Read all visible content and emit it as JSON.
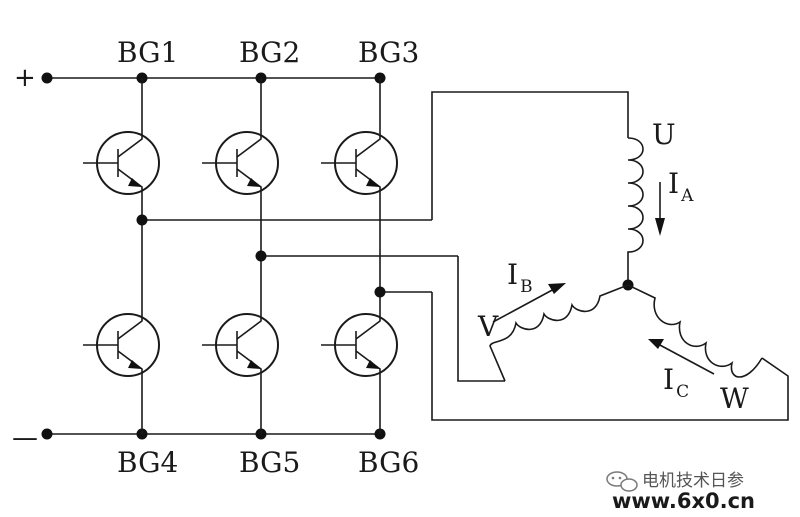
{
  "terminals": {
    "positive": "+",
    "negative": "—"
  },
  "transistors": {
    "top": [
      "BG1",
      "BG2",
      "BG3"
    ],
    "bottom": [
      "BG4",
      "BG5",
      "BG6"
    ]
  },
  "windings": {
    "u": "U",
    "v": "V",
    "w": "W"
  },
  "currents": {
    "a": {
      "main": "I",
      "sub": "A"
    },
    "b": {
      "main": "I",
      "sub": "B"
    },
    "c": {
      "main": "I",
      "sub": "C"
    }
  },
  "watermark": {
    "account": "电机技术日参",
    "site": "www.6x0.cn",
    "colors": {
      "site": "#e8231f",
      "text": "#555555"
    }
  }
}
